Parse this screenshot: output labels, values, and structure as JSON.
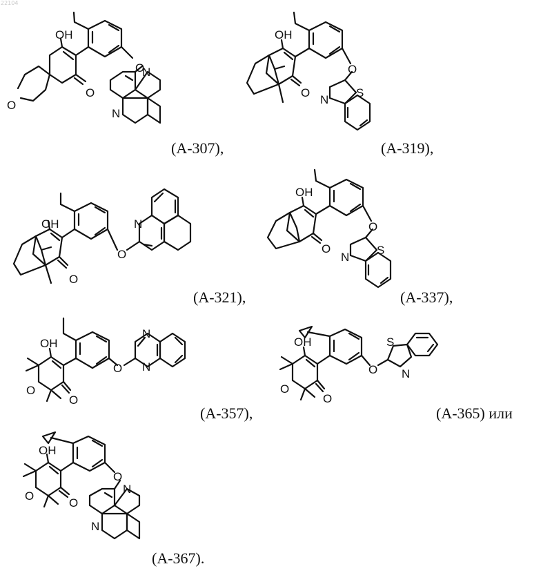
{
  "page_id": "22104",
  "compounds": [
    {
      "label": "(A-307),"
    },
    {
      "label": "(A-319),"
    },
    {
      "label": "(A-321),"
    },
    {
      "label": "(A-337),"
    },
    {
      "label": "(A-357),"
    },
    {
      "label": "(A-365) или"
    },
    {
      "label": "(A-367)."
    }
  ],
  "atoms": {
    "hydroxyl": "OH",
    "oxygen": "O",
    "nitrogen": "N",
    "sulfur": "S"
  }
}
